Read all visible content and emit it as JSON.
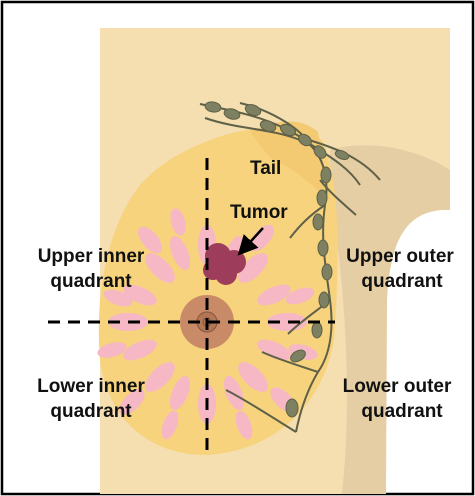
{
  "labels": {
    "tail": "Tail",
    "tumor": "Tumor",
    "upper_inner_line1": "Upper inner",
    "upper_inner_line2": "quadrant",
    "upper_outer_line1": "Upper outer",
    "upper_outer_line2": "quadrant",
    "lower_inner_line1": "Lower inner",
    "lower_inner_line2": "quadrant",
    "lower_outer_line1": "Lower outer",
    "lower_outer_line2": "quadrant"
  },
  "colors": {
    "frame": "#000000",
    "skin": "#f5deb0",
    "skin_shadow": "#e5cea4",
    "breast_tissue": "#f7d37d",
    "lobules": "#f5b8c4",
    "areola": "#c98b67",
    "nipple": "#b47756",
    "tumor": "#9e3d5b",
    "lymph_nodes": "#7d8061",
    "lymph_vessels": "#5e6048",
    "divider_lines": "#000000"
  }
}
